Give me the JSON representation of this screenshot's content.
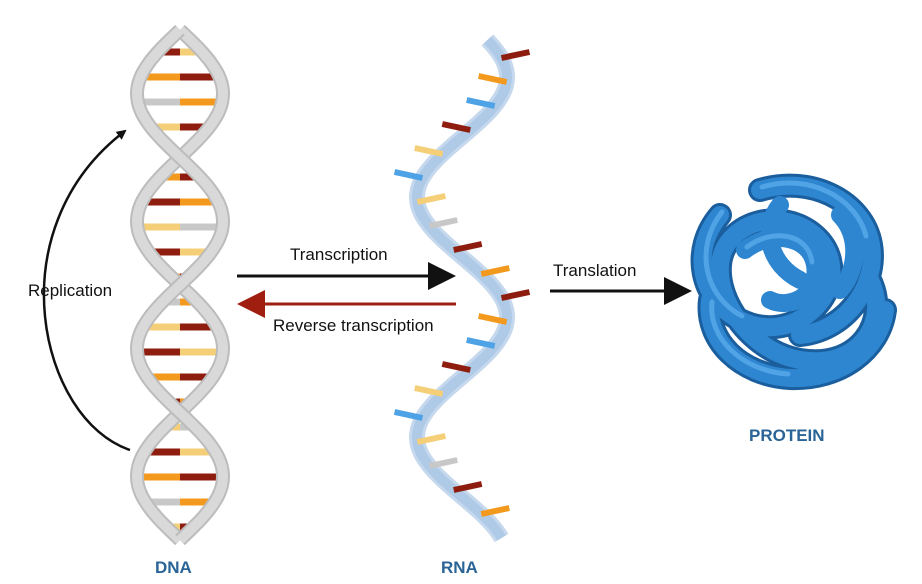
{
  "labels": {
    "replication": "Replication",
    "transcription": "Transcription",
    "reverse_transcription": "Reverse transcription",
    "translation": "Translation",
    "dna": "DNA",
    "rna": "RNA",
    "protein": "PROTEIN"
  },
  "colors": {
    "arrow_forward": "#111111",
    "arrow_reverse": "#a01e10",
    "caption": "#2a6496",
    "dna_backbone": "#d9d9d9",
    "rna_backbone": "#a9c7e4",
    "protein": "#2e86d0",
    "base_red": "#8e1d0f",
    "base_orange": "#f39a1e",
    "base_yellow": "#f5cf78",
    "base_gray": "#c8c8c8",
    "base_blue": "#4ea3e6"
  },
  "icons": {
    "dna": "dna-double-helix-icon",
    "rna": "rna-single-strand-icon",
    "protein": "folded-protein-icon"
  }
}
